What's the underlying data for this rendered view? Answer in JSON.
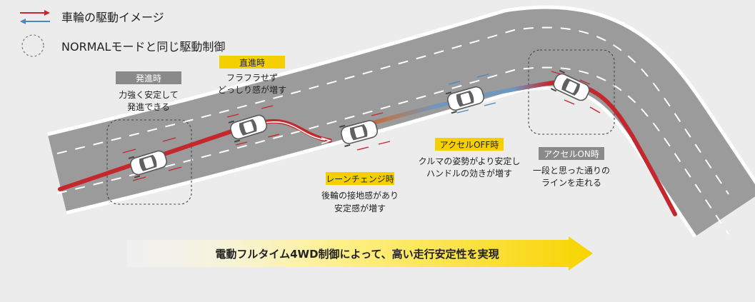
{
  "legend": {
    "wheel_drive": "車輪の駆動イメージ",
    "normal_mode": "NORMALモードと同じ駆動制御"
  },
  "phases": [
    {
      "label": "発進時",
      "lines": [
        "力強く安定して",
        "発進できる"
      ],
      "label_style": "gray"
    },
    {
      "label": "直進時",
      "lines": [
        "フラフラせず",
        "どっしり感が増す"
      ],
      "label_style": "yellow"
    },
    {
      "label": "レーンチェンジ時",
      "lines": [
        "後輪の接地感があり",
        "安定感が増す"
      ],
      "label_style": "yellow"
    },
    {
      "label": "アクセルOFF時",
      "lines": [
        "クルマの姿勢がより安定し",
        "ハンドルの効きが増す"
      ],
      "label_style": "yellow"
    },
    {
      "label": "アクセルON時",
      "lines": [
        "一段と思った通りの",
        "ラインを走れる"
      ],
      "label_style": "gray"
    }
  ],
  "banner": {
    "text": "電動フルタイム4WD制御によって、高い走行安定性を実現"
  },
  "colors": {
    "drive_red": "#c4282d",
    "regen_blue": "#4f86b8",
    "label_yellow": "#f5d000",
    "label_gray": "#8a8a8a",
    "road": "#9b9b9b"
  }
}
